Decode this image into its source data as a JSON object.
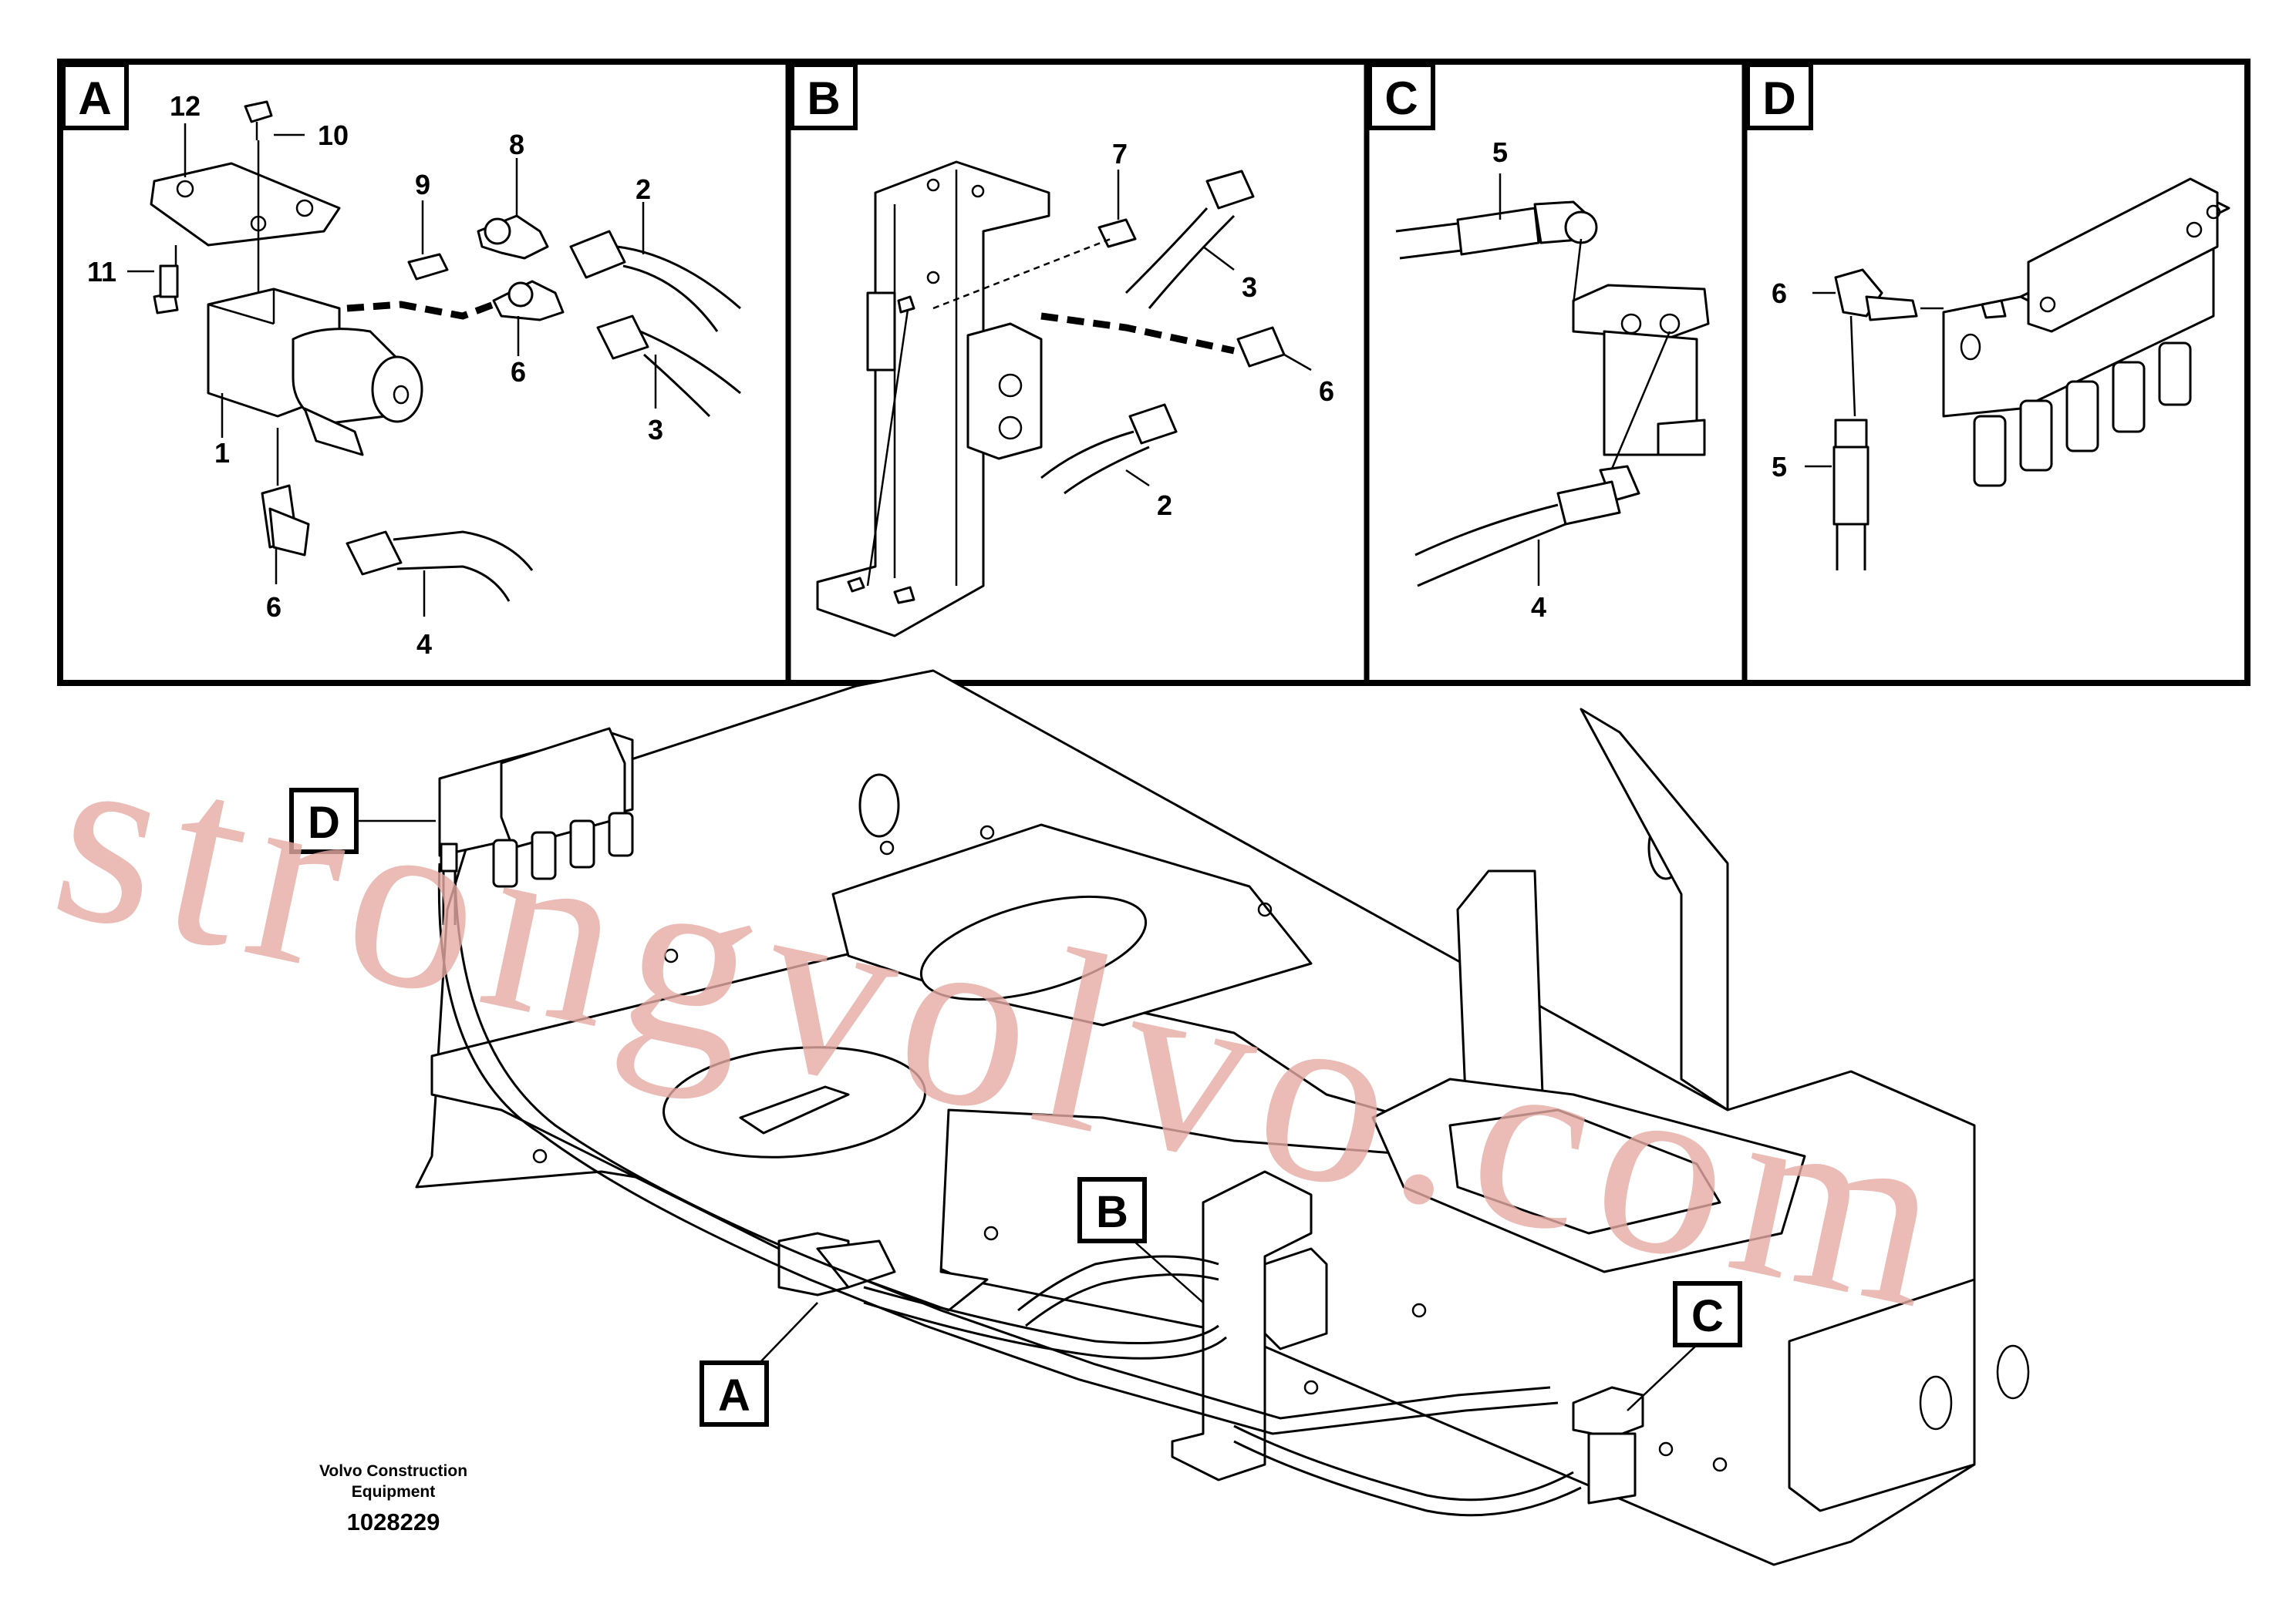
{
  "watermark": "strongvolvo.com",
  "footer": {
    "company_line1": "Volvo Construction",
    "company_line2": "Equipment",
    "drawing_number": "1028229"
  },
  "panels": [
    {
      "id": "A",
      "label": "A"
    },
    {
      "id": "B",
      "label": "B"
    },
    {
      "id": "C",
      "label": "C"
    },
    {
      "id": "D",
      "label": "D"
    }
  ],
  "part_numbers": {
    "panel_a": [
      "12",
      "10",
      "8",
      "9",
      "2",
      "11",
      "6",
      "3",
      "1",
      "6",
      "4"
    ],
    "panel_b": [
      "7",
      "3",
      "6",
      "2"
    ],
    "panel_c": [
      "5",
      "4"
    ],
    "panel_d": [
      "6",
      "5"
    ]
  },
  "callouts": [
    "D",
    "B",
    "A",
    "C"
  ],
  "colors": {
    "line": "#000000",
    "background": "#ffffff",
    "watermark": "#e6aaa4"
  }
}
